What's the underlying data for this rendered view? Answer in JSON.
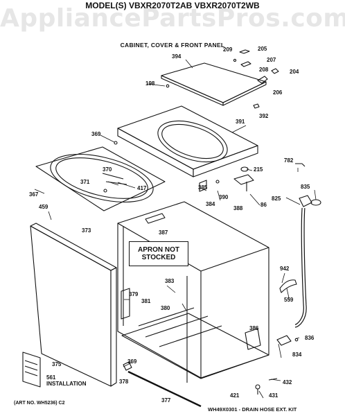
{
  "watermark": "AppliancePartsPros.com",
  "model": "MODEL(S) VBXR2070T2AB  VBXR2070T2WB",
  "subtitle": "CABINET, COVER & FRONT PANEL",
  "apron_line1": "APRON NOT",
  "apron_line2": "STOCKED",
  "install_num": "561",
  "install_text": "INSTALLATION",
  "art_no": "(ART NO. WH5236) C2",
  "kit_note": "WH49X0301 - DRAIN HOSE EXT. KIT",
  "parts": {
    "p394": "394",
    "p209": "209",
    "p205": "205",
    "p207": "207",
    "p208": "208",
    "p204": "204",
    "p206": "206",
    "p198": "198",
    "p392": "392",
    "p391": "391",
    "p369a": "369",
    "p782": "782",
    "p215": "215",
    "p370": "370",
    "p371": "371",
    "p417": "417",
    "p385": "385",
    "p390": "390",
    "p835": "835",
    "p367": "367",
    "p825": "825",
    "p384": "384",
    "p388": "388",
    "p86": "86",
    "p459": "459",
    "p373": "373",
    "p387": "387",
    "p942": "942",
    "p559": "559",
    "p383": "383",
    "p379": "379",
    "p381": "381",
    "p380": "380",
    "p386": "386",
    "p836": "836",
    "p834": "834",
    "p375": "375",
    "p369b": "369",
    "p378": "378",
    "p432": "432",
    "p421": "421",
    "p431": "431",
    "p377": "377"
  }
}
